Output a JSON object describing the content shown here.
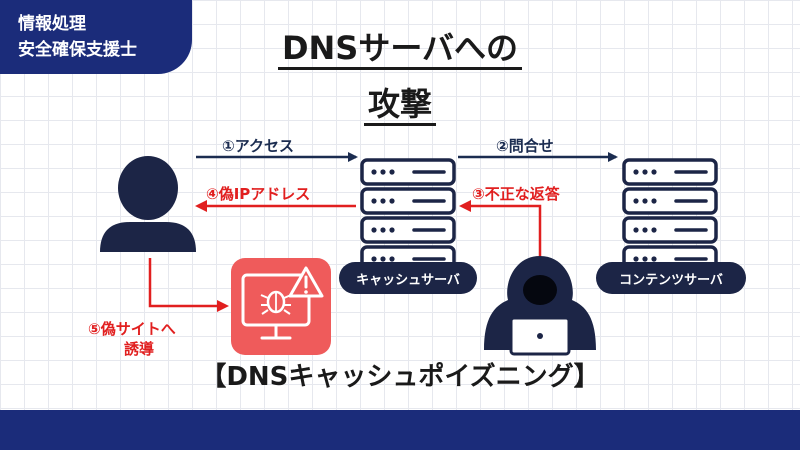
{
  "badge": {
    "line1": "情報処理",
    "line2": "安全確保支援士"
  },
  "title": {
    "line1": "DNSサーバへの",
    "line2": "攻撃"
  },
  "labels": {
    "step1": "①アクセス",
    "step2": "②問合せ",
    "step3": "③不正な返答",
    "step4": "④偽IPアドレス",
    "step5_line1": "⑤偽サイトへ",
    "step5_line2": "誘導"
  },
  "nodes": {
    "cache_server": "キャッシュサーバ",
    "content_server": "コンテンツサーバ"
  },
  "caption": "【DNSキャッシュポイズニング】",
  "colors": {
    "navy": "#1b2c7a",
    "dark": "#1c2546",
    "red": "#e11f1f",
    "malware_bg": "#ef5b5b"
  },
  "icons": [
    "user-icon",
    "server-icon",
    "hacker-icon",
    "malware-monitor-icon",
    "warning-icon",
    "bug-icon"
  ]
}
